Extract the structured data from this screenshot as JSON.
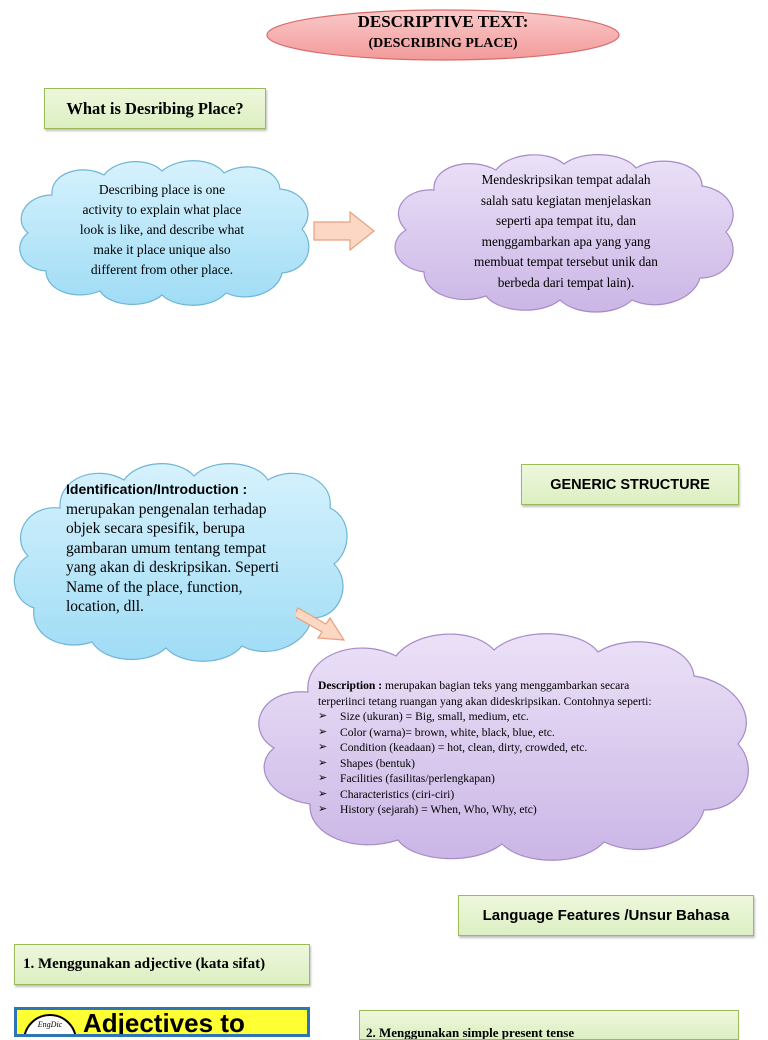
{
  "header": {
    "title_line1": "DESCRIPTIVE TEXT:",
    "title_line2": "(DESCRIBING PLACE)"
  },
  "question_box": {
    "label": "What is Desribing Place?"
  },
  "cloud_english": {
    "lines": [
      "Describing place is one",
      "activity to explain what place",
      "look is like, and describe what",
      "make it place unique also",
      "different from other place."
    ]
  },
  "cloud_indonesian": {
    "lines": [
      "Mendeskripsikan tempat adalah",
      "salah satu kegiatan menjelaskan",
      "seperti apa tempat itu, dan",
      "menggambarkan apa yang yang",
      "membuat tempat tersebut unik dan",
      "berbeda dari tempat lain)."
    ]
  },
  "generic_structure": {
    "label": "GENERIC STRUCTURE"
  },
  "identification": {
    "heading": "Identification/Introduction :",
    "body": "merupakan pengenalan terhadap objek secara spesifik, berupa gambaran umum tentang tempat yang akan di deskripsikan. Seperti Name of the place, function, location, dll."
  },
  "description": {
    "heading": "Description :",
    "intro": "merupakan bagian teks yang menggambarkan secara terperiinci tetang ruangan yang akan dideskripsikan. Contohnya seperti:",
    "items": [
      "Size (ukuran) = Big, small, medium, etc.",
      "Color (warna)= brown, white, black, blue, etc.",
      "Condition (keadaan) = hot, clean, dirty, crowded, etc.",
      "Shapes (bentuk)",
      "Facilities (fasilitas/perlengkapan)",
      "Characteristics (ciri-ciri)",
      "History (sejarah) = When, Who, Why, etc)"
    ],
    "bullet_glyph": "➢"
  },
  "language_features": {
    "label": "Language Features /Unsur Bahasa"
  },
  "point1": {
    "label": "1. Menggunakan adjective (kata sifat)"
  },
  "adjectives_banner": {
    "text": "Adjectives to",
    "logo_text": "EngDic"
  },
  "point2": {
    "label": "2. Menggunakan simple present tense"
  },
  "colors": {
    "oval_fill": "#f7a9a9",
    "oval_stroke": "#d96b6b",
    "blue_cloud": "#aee4f8",
    "blue_cloud_stroke": "#6fb5d6",
    "purple_cloud": "#d7c6ec",
    "purple_cloud_stroke": "#a58bc8",
    "arrow_fill": "#fcd8c4",
    "arrow_stroke": "#e8a07e",
    "green_box": "#dcefc2",
    "green_border": "#9bbb59",
    "banner_yellow": "#ffff33",
    "banner_border": "#2e75b6"
  }
}
